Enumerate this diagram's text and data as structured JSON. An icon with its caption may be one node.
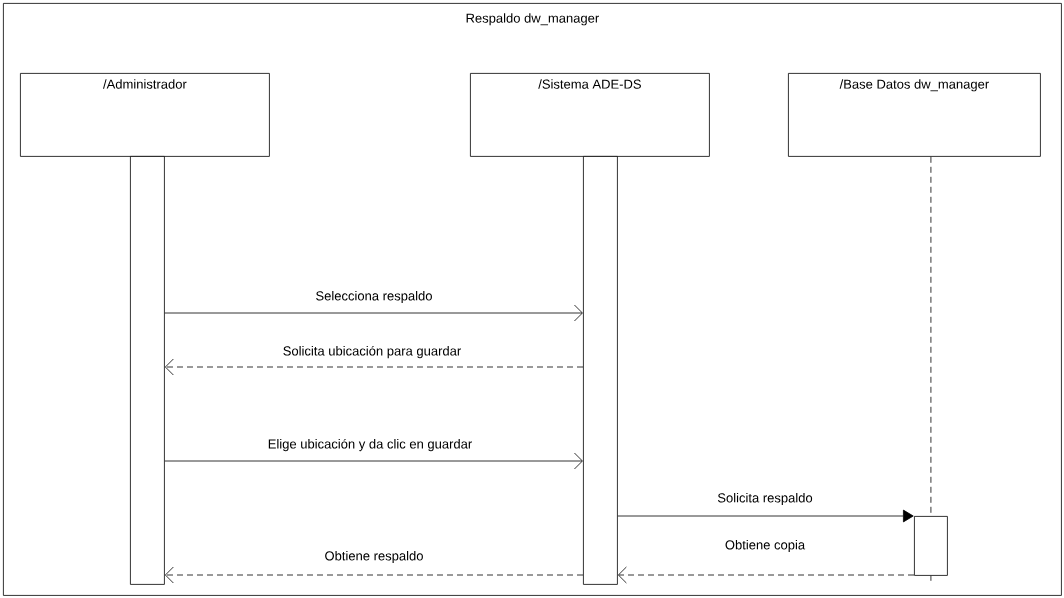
{
  "diagram": {
    "nodes": [
      {
        "text": [
          "Respaldo dw_manager"
        ]
      },
      {
        "text": [
          "/Administrador"
        ],
        "in": 0
      },
      {
        "text": [
          "/Sistema ADE-DS"
        ],
        "in": 0
      },
      {
        "text": [
          "/Base Datos dw_manager"
        ],
        "in": 0
      },
      {
        "text": [],
        "shape": "bar",
        "in": 0
      },
      {
        "text": [],
        "shape": "bar",
        "in": 0
      },
      {
        "text": [],
        "shape": "bar",
        "in": 0
      }
    ],
    "edges": [
      {
        "from": 3,
        "to": 6,
        "arrow": "none",
        "style": "dashed"
      },
      {
        "from": 4,
        "to": 5,
        "arrow": "to",
        "label": "Selecciona  respaldo"
      },
      {
        "from": 5,
        "to": 4,
        "arrow": "to",
        "label": "Solicita ubicación para guardar",
        "style": "dashed"
      },
      {
        "from": 4,
        "to": 5,
        "arrow": "to",
        "label": "Elige ubicación y da clic en guardar"
      },
      {
        "from": 5,
        "to": 6,
        "arrow": "to",
        "label": "Solicita respaldo"
      },
      {
        "from": 6,
        "to": 5,
        "arrow": "to",
        "label": "Obtiene copia",
        "style": "dashed"
      },
      {
        "from": 5,
        "to": 4,
        "arrow": "to",
        "label": "Obtiene respaldo",
        "style": "dashed"
      }
    ]
  }
}
